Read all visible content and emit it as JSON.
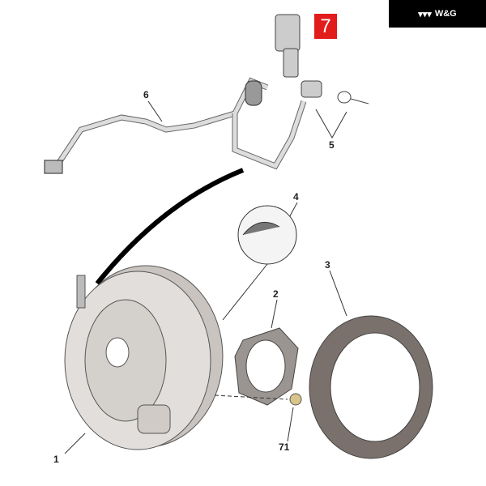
{
  "logo": {
    "text": "W&G",
    "icon": "triple-chevron-logo-icon"
  },
  "callouts": {
    "p7": "7",
    "p6": "6",
    "p5": "5",
    "p4": "4",
    "p3": "3",
    "p2": "2",
    "p1": "1",
    "p71": "71"
  },
  "colors": {
    "highlight": "#e21b1b",
    "ring": "#7a716c",
    "part": "#d9d4d0"
  }
}
